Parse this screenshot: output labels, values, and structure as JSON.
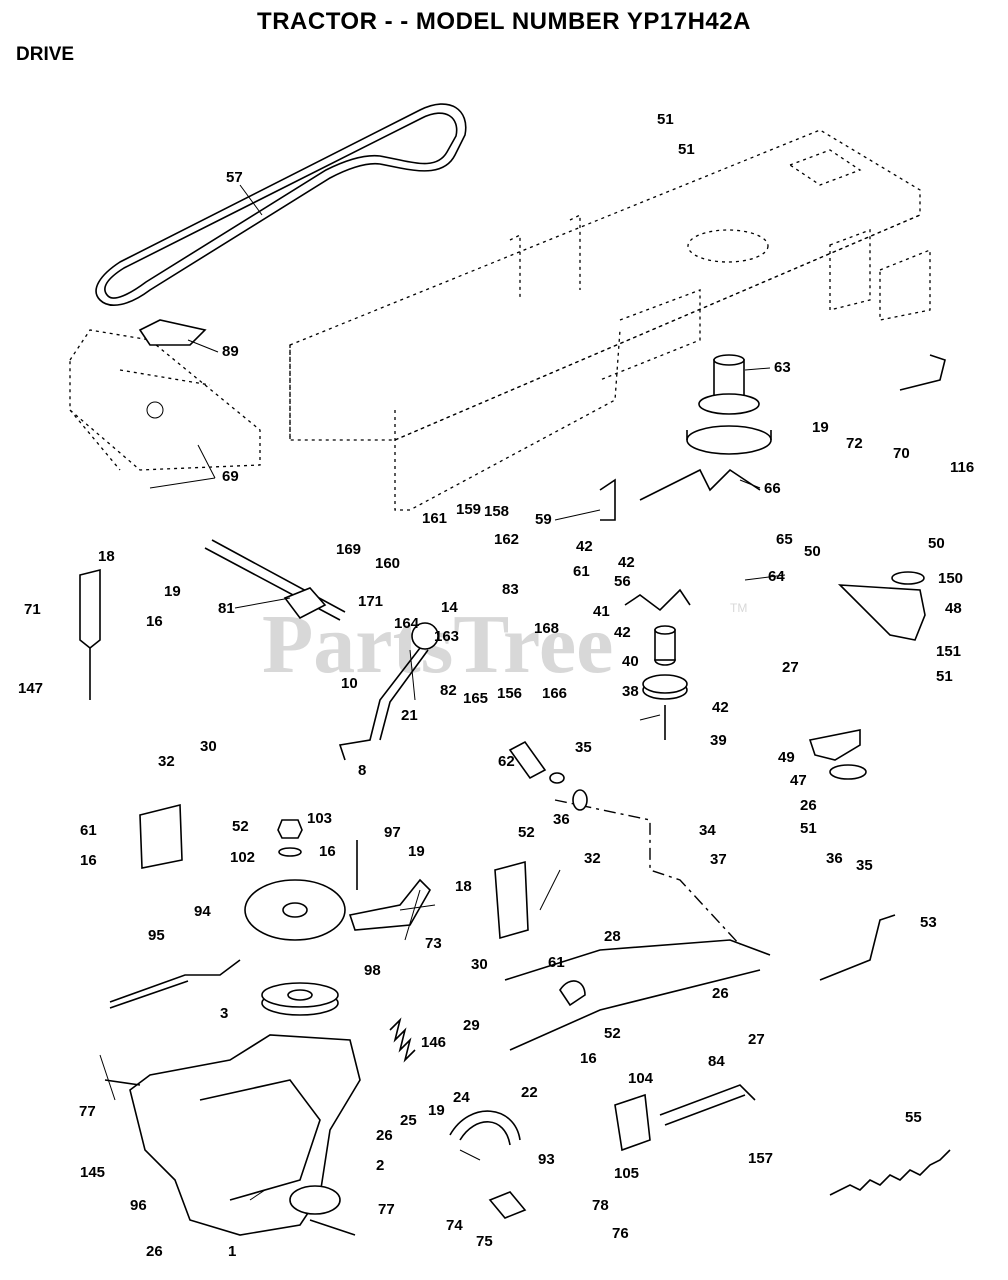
{
  "header": {
    "title": "TRACTOR - - MODEL NUMBER YP17H42A",
    "section": "DRIVE"
  },
  "watermark": {
    "text": "PartsTree",
    "trademark": "TM"
  },
  "callouts": {
    "c57": "57",
    "c89": "89",
    "c69": "69",
    "c51a": "51",
    "c51b": "51",
    "c63": "63",
    "c19a": "19",
    "c72": "72",
    "c70": "70",
    "c116": "116",
    "c66": "66",
    "c59": "59",
    "c42a": "42",
    "c61a": "61",
    "c42b": "42",
    "c56": "56",
    "c41": "41",
    "c42c": "42",
    "c40": "40",
    "c38": "38",
    "c42d": "42",
    "c39": "39",
    "c65": "65",
    "c64": "64",
    "c50a": "50",
    "c50b": "50",
    "c150": "150",
    "c48": "48",
    "c27a": "27",
    "c151": "151",
    "c51c": "51",
    "c49": "49",
    "c47": "47",
    "c26a": "26",
    "c51d": "51",
    "c18a": "18",
    "c19b": "19",
    "c71": "71",
    "c16a": "16",
    "c147": "147",
    "c81": "81",
    "c161": "161",
    "c159": "159",
    "c158": "158",
    "c162": "162",
    "c169": "169",
    "c160": "160",
    "c171": "171",
    "c164": "164",
    "c14": "14",
    "c83": "83",
    "c168": "168",
    "c163": "163",
    "c82": "82",
    "c165": "165",
    "c156": "156",
    "c166": "166",
    "c10": "10",
    "c21": "21",
    "c8": "8",
    "c62": "62",
    "c35a": "35",
    "c36a": "36",
    "c34": "34",
    "c37": "37",
    "c32a": "32",
    "c30a": "30",
    "c61b": "61",
    "c52a": "52",
    "c16b": "16",
    "c103": "103",
    "c102": "102",
    "c97": "97",
    "c16c": "16",
    "c19c": "19",
    "c18b": "18",
    "c94": "94",
    "c73": "73",
    "c98": "98",
    "c52b": "52",
    "c32b": "32",
    "c30b": "30",
    "c61c": "61",
    "c36b": "36",
    "c35b": "35",
    "c53": "53",
    "c28": "28",
    "c26b": "26",
    "c27b": "27",
    "c95": "95",
    "c3": "3",
    "c146": "146",
    "c29": "29",
    "c22": "22",
    "c77a": "77",
    "c25": "25",
    "c19d": "19",
    "c24": "24",
    "c26c": "26",
    "c52c": "52",
    "c16d": "16",
    "c104": "104",
    "c84": "84",
    "c55": "55",
    "c145": "145",
    "c2": "2",
    "c93": "93",
    "c105": "105",
    "c157": "157",
    "c96": "96",
    "c77b": "77",
    "c78": "78",
    "c74": "74",
    "c75": "75",
    "c76": "76",
    "c26d": "26",
    "c1": "1"
  }
}
